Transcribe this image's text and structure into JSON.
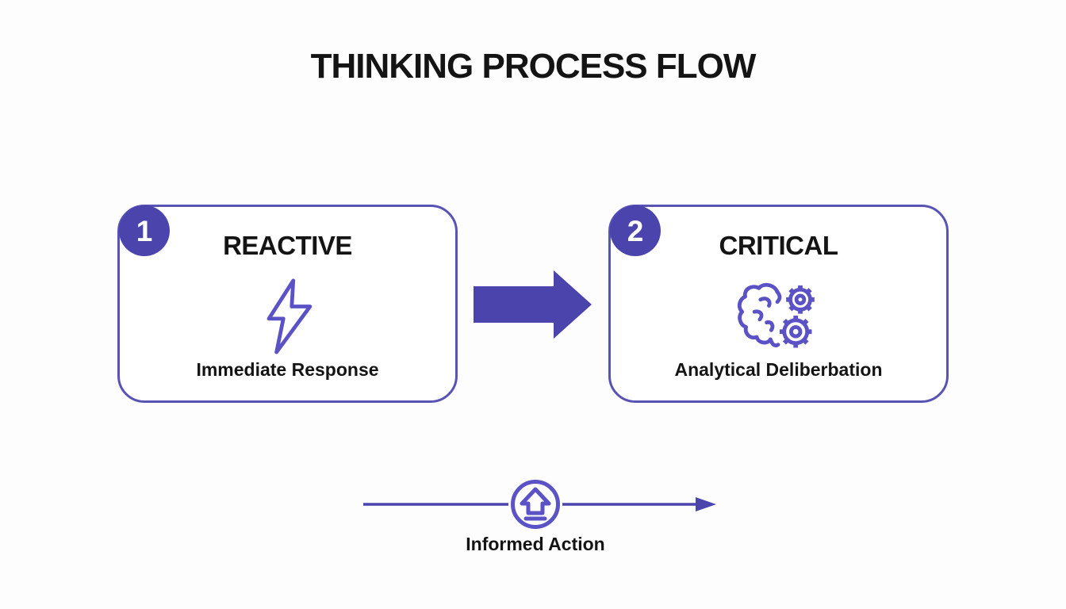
{
  "title": "THINKING PROCESS FLOW",
  "colors": {
    "accent": "#4a44ac",
    "border": "#5a53b6",
    "icon_stroke": "#5b52c6",
    "text": "#141414",
    "badge_text": "#ffffff",
    "background": "#fdfdfe"
  },
  "steps": [
    {
      "number": "1",
      "title": "REACTIVE",
      "subtitle": "Immediate Response",
      "icon": "lightning-bolt-icon"
    },
    {
      "number": "2",
      "title": "CRITICAL",
      "subtitle": "Analytical Deliberbation",
      "icon": "brain-gears-icon"
    }
  ],
  "connector": {
    "icon": "solid-right-arrow-icon"
  },
  "footer": {
    "label": "Informed Action",
    "icon": "upload-arrow-circle-icon"
  }
}
